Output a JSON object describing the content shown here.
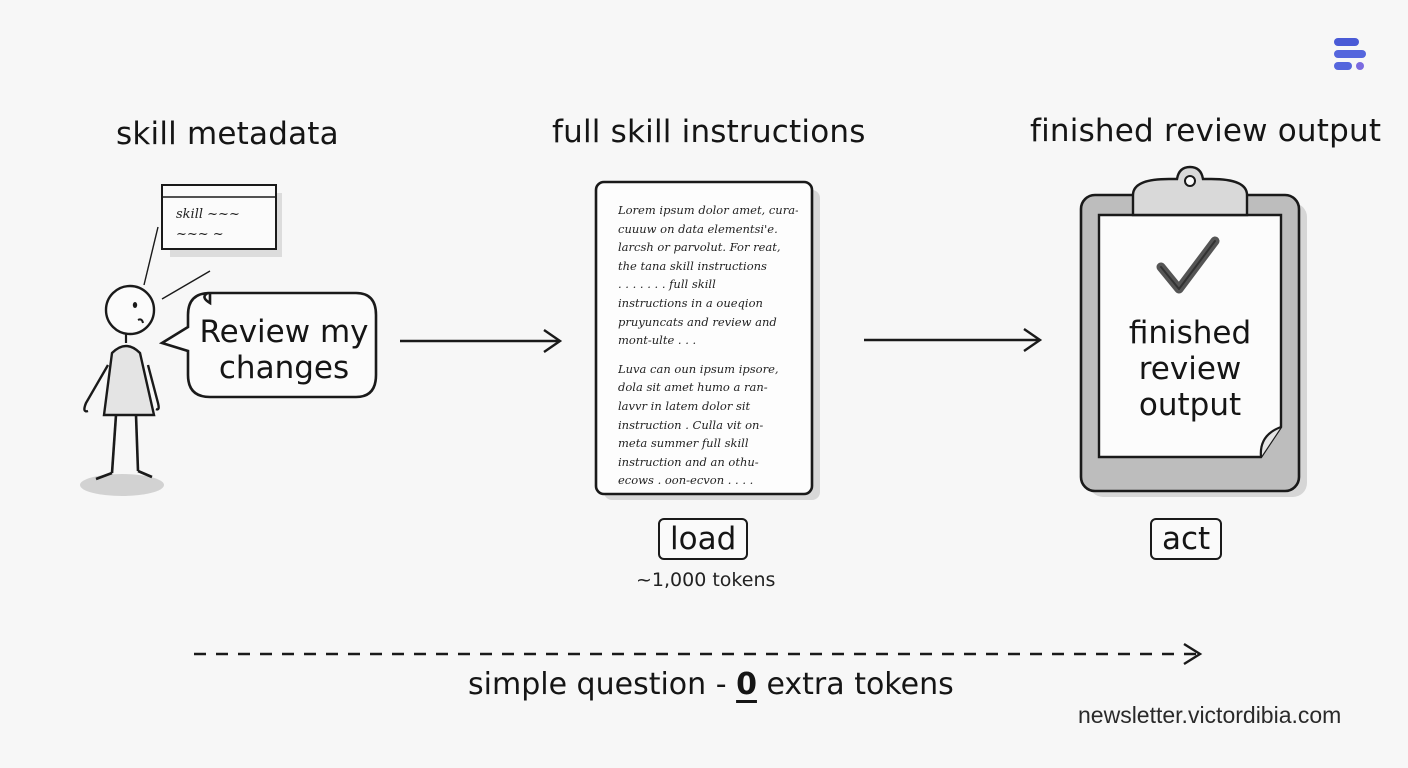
{
  "headings": {
    "left": "skill metadata",
    "middle": "full skill instructions",
    "right": "finished review output"
  },
  "metadata_card": {
    "line1": "skill ~~~",
    "line2": "~~~ ~"
  },
  "speech_bubble": {
    "line1": "Review my",
    "line2": "changes"
  },
  "document": {
    "paragraph1": [
      "Lorem ipsum dolor amet, cura-",
      "cuuuw on data elementsi'e.",
      "larcsh or parvolut. For reat,",
      "the tana skill instructions",
      ". . . . . . . full skill",
      "instructions in a oueqion",
      "pruyuncats and review and",
      "mont-ulte . . ."
    ],
    "paragraph2": [
      "Luva can oun ipsum ipsore,",
      "dola sit amet humo a ran-",
      "lavvr in latem dolor sit",
      "instruction . Culla vit on-",
      "meta summer full skill",
      "instruction and an othu-",
      "ecows . oon-ecvon . . . ."
    ]
  },
  "clipboard": {
    "line1": "finished",
    "line2": "review",
    "line3": "output"
  },
  "labels": {
    "load": "load",
    "tokens": "~1,000 tokens",
    "act": "act"
  },
  "bottom": {
    "prefix": "simple question - ",
    "zero": "0",
    "suffix": " extra tokens"
  },
  "footer": "newsletter.victordibia.com",
  "colors": {
    "logo_blue": "#4a5bd6",
    "logo_purple": "#7b6be0",
    "ink": "#151515"
  }
}
